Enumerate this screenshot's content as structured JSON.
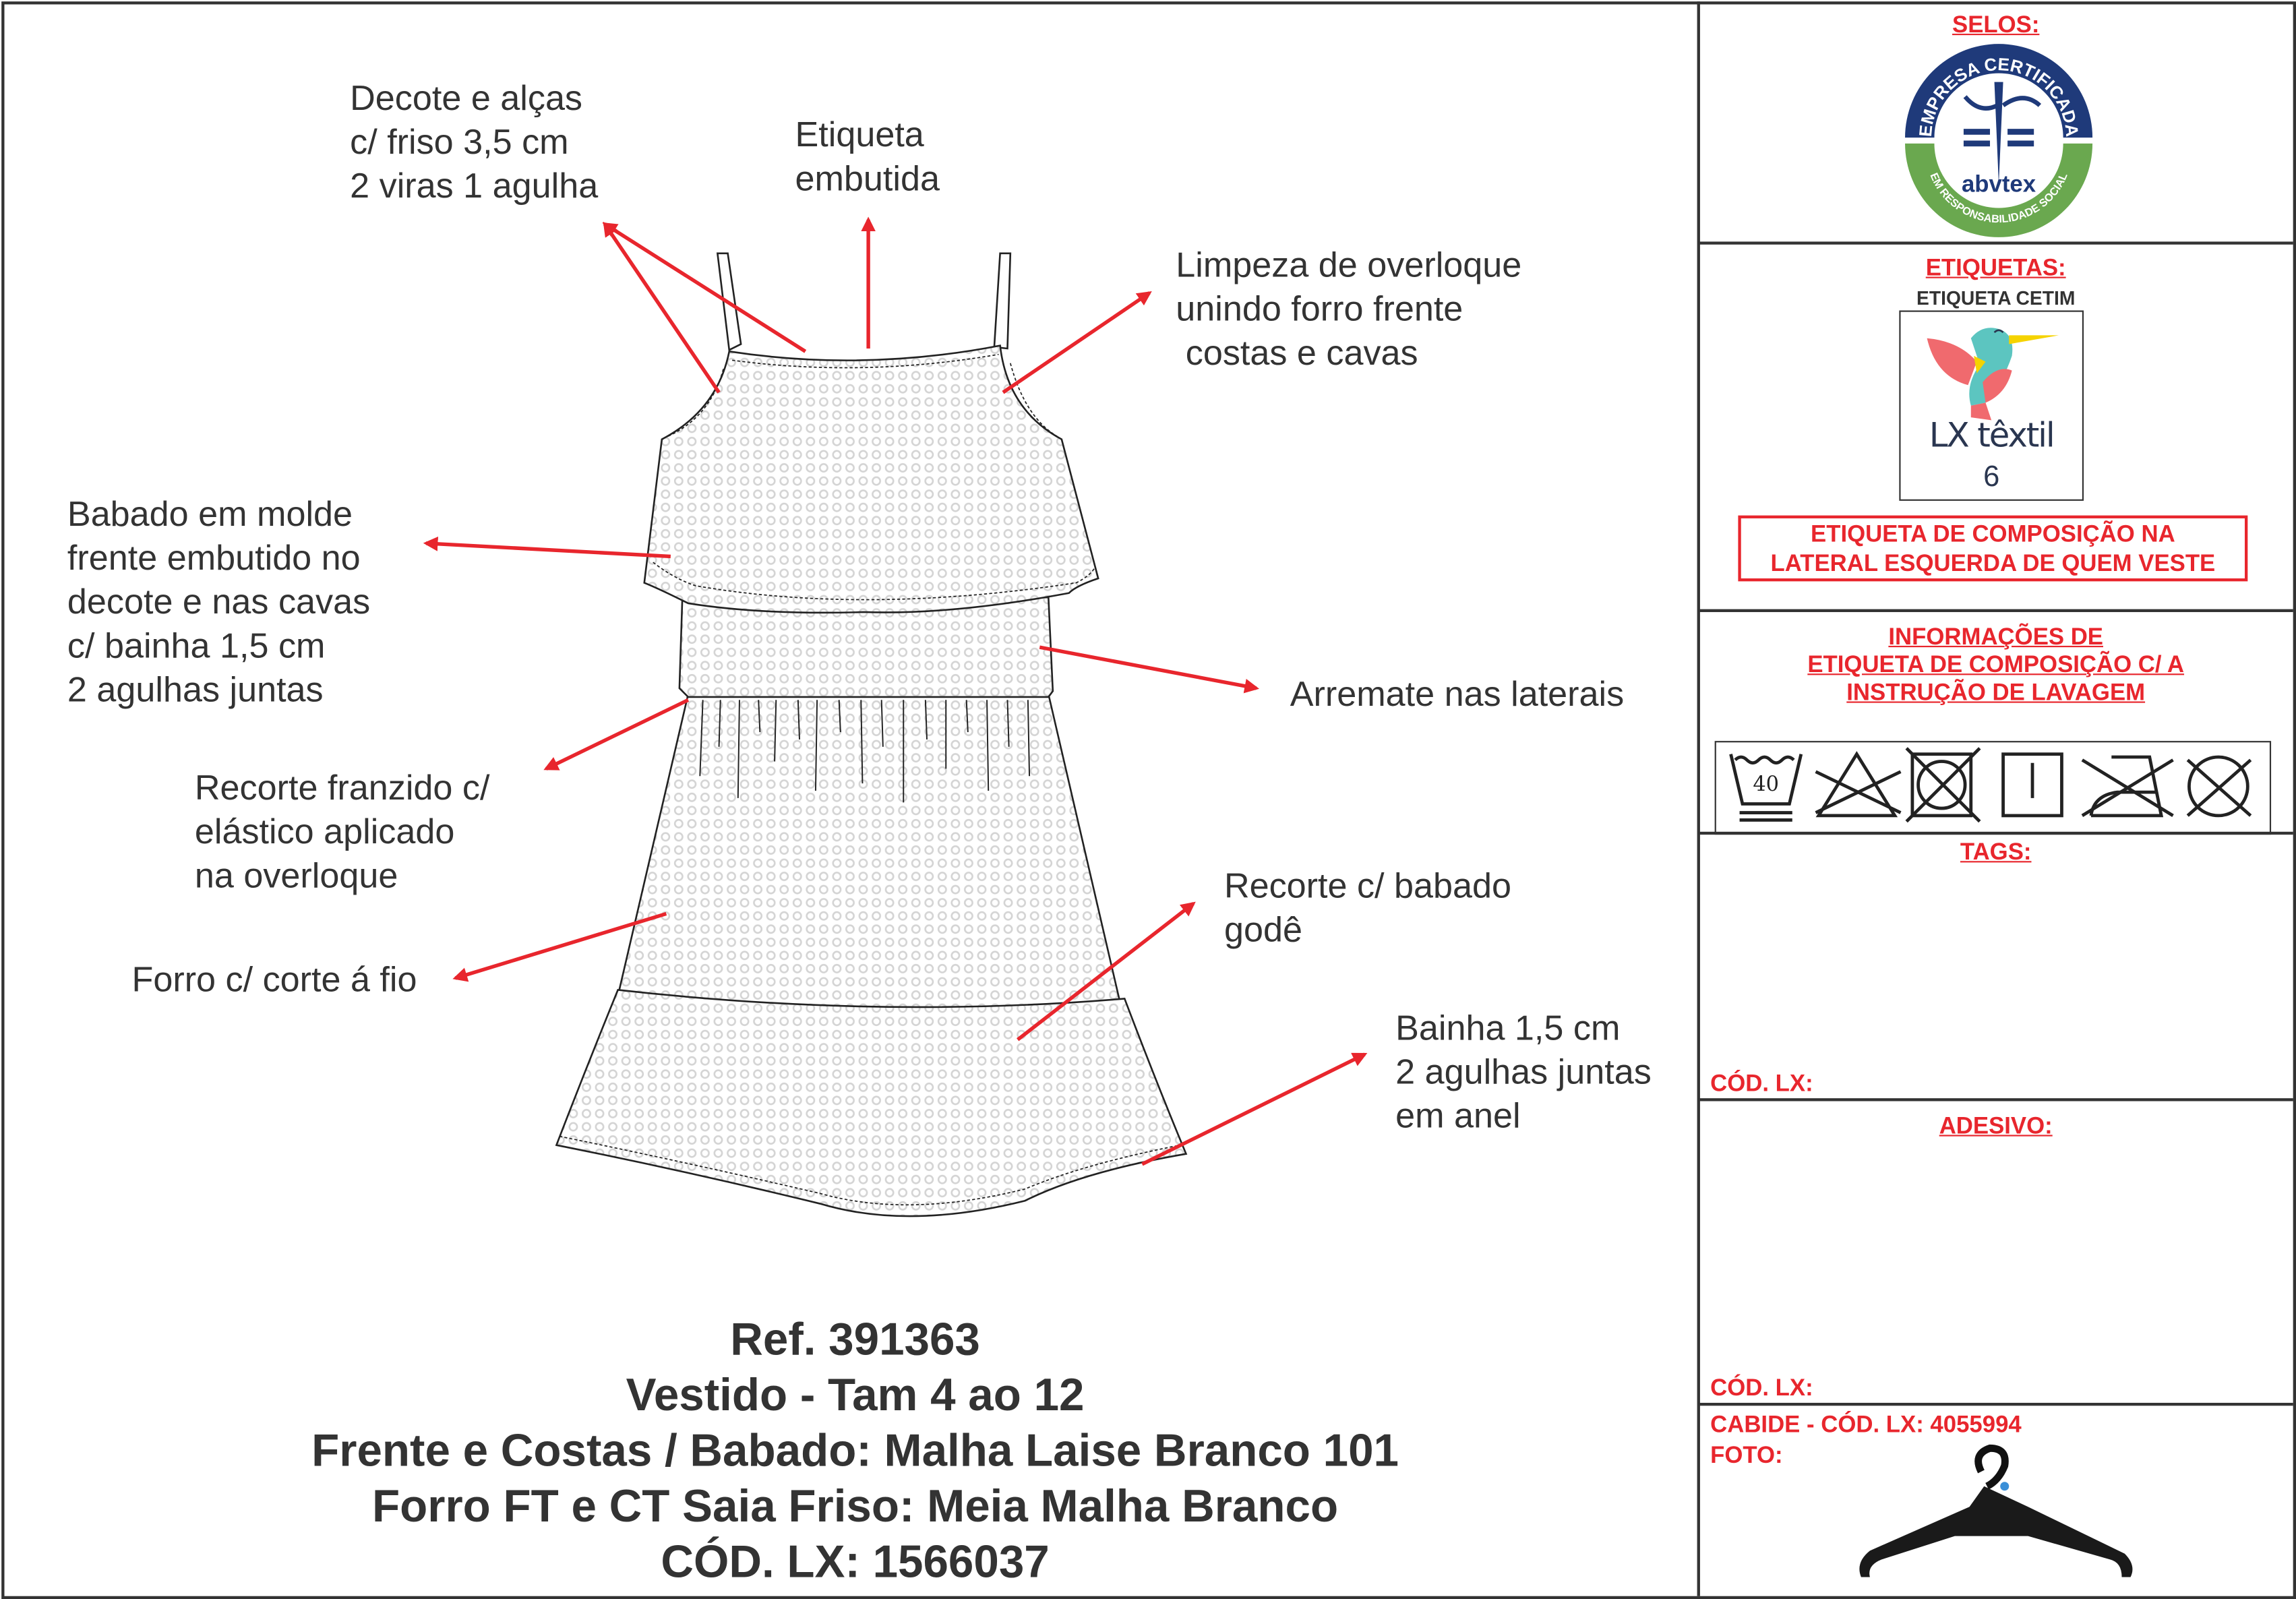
{
  "annotations": {
    "decote": "Decote e alças\nc/ friso 3,5 cm\n2 viras 1 agulha",
    "etiqueta": "Etiqueta\nembutida",
    "limpeza": "Limpeza de overloque\nunindo forro frente\n costas e cavas",
    "babado": "Babado em molde\nfrente embutido no\ndecote e nas cavas\nc/ bainha 1,5 cm\n2 agulhas juntas",
    "arremate": "Arremate nas laterais",
    "recorte_franzido": "Recorte franzido c/\nelástico aplicado\nna overloque",
    "forro": "Forro c/ corte á fio",
    "recorte_babado": "Recorte c/ babado\ngodê",
    "bainha": "Bainha 1,5 cm\n2 agulhas juntas\nem anel"
  },
  "product": {
    "ref": "Ref. 391363",
    "name": "Vestido - Tam 4 ao 12",
    "fabric_main": "Frente e Costas / Babado: Malha Laise Branco 101",
    "fabric_lining": "Forro FT e CT Saia Friso: Meia Malha Branco",
    "code": "CÓD. LX: 1566037"
  },
  "panel": {
    "selos": {
      "title": "SELOS:",
      "seal_text_top": "EMPRESA CERTIFICADA",
      "seal_text_bottom": "EM RESPONSABILIDADE SOCIAL",
      "seal_brand": "abvtex"
    },
    "etiquetas": {
      "title": "ETIQUETAS:",
      "subtitle": "ETIQUETA CETIM",
      "logo_text": "LX têxtil",
      "logo_number": "6",
      "composition_note_line1": "ETIQUETA DE COMPOSIÇÃO NA",
      "composition_note_line2": "LATERAL ESQUERDA DE QUEM VESTE"
    },
    "care": {
      "title_line1": "INFORMAÇÕES DE",
      "title_line2": "ETIQUETA DE COMPOSIÇÃO C/ A",
      "title_line3": "INSTRUÇÃO DE LAVAGEM",
      "wash_temp": "40",
      "symbols": [
        "wash-40-gentle-icon",
        "no-bleach-icon",
        "no-tumble-dry-icon",
        "line-dry-icon",
        "no-iron-icon",
        "no-dry-clean-icon"
      ]
    },
    "tags": {
      "title": "TAGS:",
      "code_label": "CÓD. LX:"
    },
    "adesivo": {
      "title": "ADESIVO:",
      "code_label": "CÓD. LX:"
    },
    "cabide": {
      "code": "CABIDE - CÓD. LX: 4055994",
      "photo_label": "FOTO:"
    }
  },
  "colors": {
    "accent": "#e8262d",
    "text": "#333333",
    "seal_blue": "#1f3a7a",
    "seal_green": "#6aa84f"
  }
}
